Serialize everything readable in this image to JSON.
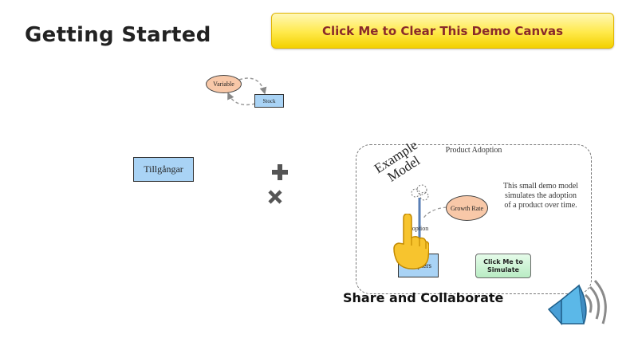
{
  "header": {
    "title": "Getting Started",
    "clear_button": "Click Me to Clear This Demo Canvas"
  },
  "demo_diagram": {
    "variable_label": "Variable",
    "stock_label": "Stock"
  },
  "canvas": {
    "stock_label": "Tillgångar",
    "plus_icon": "plus-icon",
    "cross_icon": "close-icon"
  },
  "example": {
    "group_title": "Product Adoption",
    "example_label": "Example Model",
    "description": "This small demo model simulates the adoption of a product over time.",
    "growth_rate_label": "Growth Rate",
    "flow_label": "Adoption",
    "stock_label": "Adopters",
    "simulate_button": "Click Me to Simulate"
  },
  "footer": {
    "share_title": "Share and Collaborate",
    "speaker_icon": "speaker-icon",
    "pointer_icon": "hand-pointer-icon"
  }
}
